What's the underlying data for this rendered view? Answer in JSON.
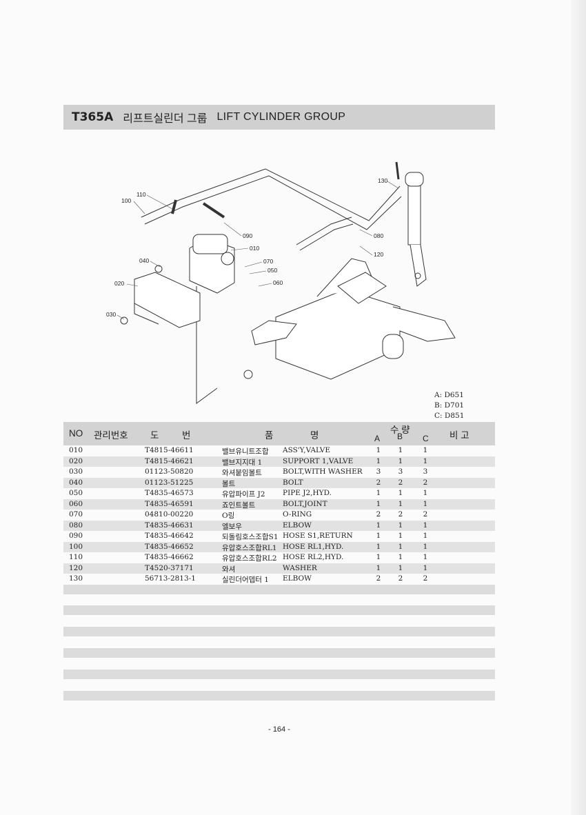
{
  "title": {
    "code": "T365A",
    "ko": "리프트실린더 그룹",
    "en": "LIFT CYLINDER GROUP"
  },
  "diagram": {
    "callouts": [
      "110",
      "100",
      "090",
      "010",
      "040",
      "070",
      "050",
      "060",
      "020",
      "030",
      "130",
      "080",
      "120"
    ]
  },
  "variants": [
    "A: D651",
    "B: D701",
    "C: D851"
  ],
  "header": {
    "no": "NO",
    "mgmt": "관리번호",
    "dwg1": "도",
    "dwg2": "번",
    "name1": "품",
    "name2": "명",
    "qty": "수 량",
    "a": "A",
    "b": "B",
    "c": "C",
    "remark": "비 고"
  },
  "parts": [
    {
      "no": "010",
      "part": "T4815-46611",
      "ko": "밸브유니트조합",
      "en": "ASS'Y,VALVE",
      "a": "1",
      "b": "1",
      "c": "1"
    },
    {
      "no": "020",
      "part": "T4815-46621",
      "ko": "밸브지지대 1",
      "en": "SUPPORT 1,VALVE",
      "a": "1",
      "b": "1",
      "c": "1"
    },
    {
      "no": "030",
      "part": "01123-50820",
      "ko": "와셔붙임볼트",
      "en": "BOLT,WITH WASHER",
      "a": "3",
      "b": "3",
      "c": "3"
    },
    {
      "no": "040",
      "part": "01123-51225",
      "ko": "볼트",
      "en": "BOLT",
      "a": "2",
      "b": "2",
      "c": "2"
    },
    {
      "no": "050",
      "part": "T4835-46573",
      "ko": "유압파이프 J2",
      "en": "PIPE J2,HYD.",
      "a": "1",
      "b": "1",
      "c": "1"
    },
    {
      "no": "060",
      "part": "T4835-46591",
      "ko": "죠인트볼트",
      "en": "BOLT,JOINT",
      "a": "1",
      "b": "1",
      "c": "1"
    },
    {
      "no": "070",
      "part": "04810-00220",
      "ko": "O링",
      "en": "O-RING",
      "a": "2",
      "b": "2",
      "c": "2"
    },
    {
      "no": "080",
      "part": "T4835-46631",
      "ko": "엘보우",
      "en": "ELBOW",
      "a": "1",
      "b": "1",
      "c": "1"
    },
    {
      "no": "090",
      "part": "T4835-46642",
      "ko": "되돌림호스조합S1",
      "en": "HOSE S1,RETURN",
      "a": "1",
      "b": "1",
      "c": "1"
    },
    {
      "no": "100",
      "part": "T4835-46652",
      "ko": "유압호스조합RL1",
      "en": "HOSE RL1,HYD.",
      "a": "1",
      "b": "1",
      "c": "1"
    },
    {
      "no": "110",
      "part": "T4835-46662",
      "ko": "유압호스조합RL2",
      "en": "HOSE RL2,HYD.",
      "a": "1",
      "b": "1",
      "c": "1"
    },
    {
      "no": "120",
      "part": "T4520-37171",
      "ko": "와셔",
      "en": "WASHER",
      "a": "1",
      "b": "1",
      "c": "1"
    },
    {
      "no": "130",
      "part": "56713-2813-1",
      "ko": "실린더어뎁터 1",
      "en": "ELBOW",
      "a": "2",
      "b": "2",
      "c": "2"
    }
  ],
  "page_number": "- 164 -"
}
